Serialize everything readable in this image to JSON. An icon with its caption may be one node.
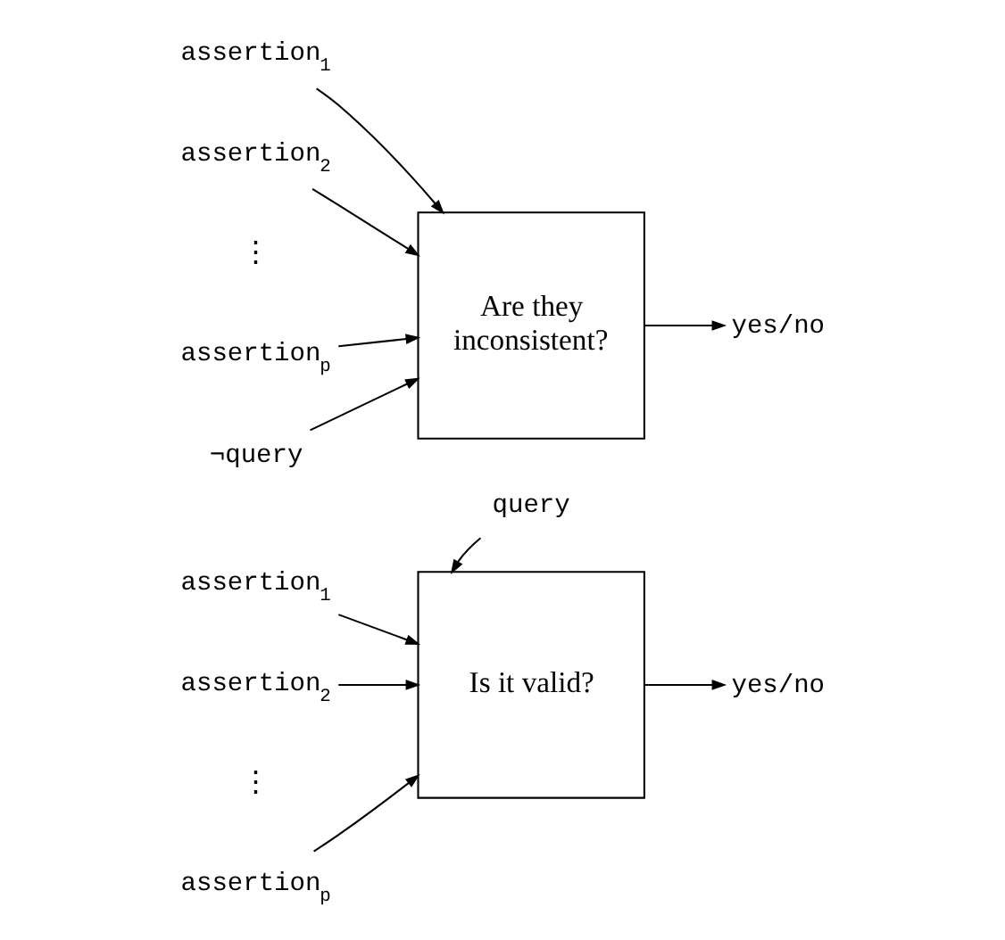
{
  "diagram": {
    "nodes": [
      {
        "text": [
          "Is it valid?"
        ]
      },
      {
        "text": [
          "assertion$_{1}$"
        ]
      },
      {
        "text": [
          "assertion$_{2}$"
        ]
      },
      {
        "text": [
          "assertion$_{p}$"
        ]
      },
      {
        "text": [
          "query"
        ]
      },
      {
        "text": [
          "yes/no"
        ]
      },
      {
        "text": [
          "Are they inconsistent?"
        ]
      },
      {
        "text": [
          "assertion$_{1}$"
        ]
      },
      {
        "text": [
          "assertion$_{2}$"
        ]
      },
      {
        "text": [
          "assertion$_{p}$"
        ]
      },
      {
        "text": [
          "¬query"
        ]
      },
      {
        "text": [
          "yes/no"
        ]
      }
    ],
    "edges": [
      {
        "from": 1,
        "to": 0,
        "arrow": "to"
      },
      {
        "from": 2,
        "to": 0,
        "arrow": "to"
      },
      {
        "from": 3,
        "to": 0,
        "arrow": "to"
      },
      {
        "from": 4,
        "to": 0,
        "arrow": "to"
      },
      {
        "from": 0,
        "to": 5,
        "arrow": "to"
      },
      {
        "from": 7,
        "to": 6,
        "arrow": "to"
      },
      {
        "from": 8,
        "to": 6,
        "arrow": "to"
      },
      {
        "from": 9,
        "to": 6,
        "arrow": "to"
      },
      {
        "from": 10,
        "to": 6,
        "arrow": "to"
      },
      {
        "from": 6,
        "to": 11,
        "arrow": "to"
      }
    ],
    "labels": [
      "⋮",
      "⋮"
    ]
  }
}
